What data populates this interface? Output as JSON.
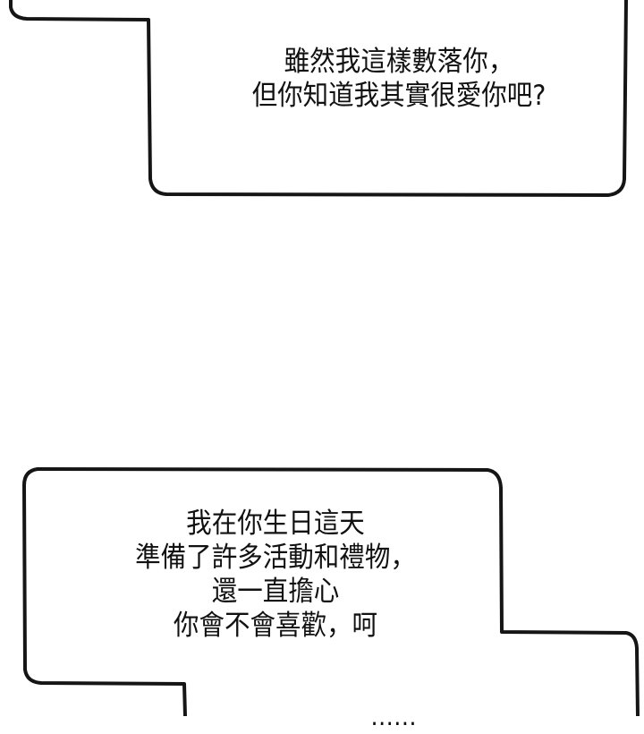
{
  "page": {
    "type": "comic-page",
    "background_color": "#ffffff",
    "ink_color": "#151515"
  },
  "captions": [
    {
      "id": "caption-1",
      "lines": [
        "雖然我這樣數落你，",
        "但你知道我其實很愛你吧?"
      ]
    },
    {
      "id": "caption-2",
      "lines": [
        "我在你生日這天",
        "準備了許多活動和禮物，",
        "還一直擔心",
        "你會不會喜歡，呵"
      ]
    },
    {
      "id": "caption-3",
      "lines": [
        "……"
      ],
      "partially_visible": true
    }
  ]
}
